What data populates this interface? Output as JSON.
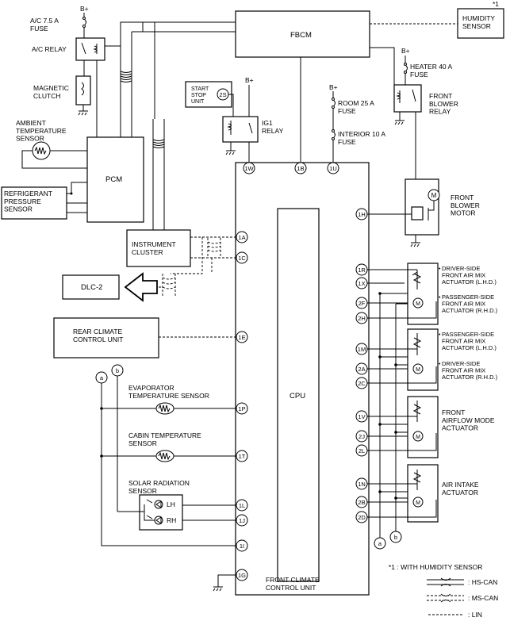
{
  "footnote_mark": "*1",
  "b_plus": "B+",
  "components": {
    "fbcm": "FBCM",
    "humidity_sensor": "HUMIDITY\nSENSOR",
    "ac_fuse": "A/C 7.5 A\nFUSE",
    "ac_relay": "A/C RELAY",
    "magnetic_clutch": "MAGNETIC\nCLUTCH",
    "ambient_sensor": "AMBIENT\nTEMPERATURE\nSENSOR",
    "refrigerant_sensor": "REFRIGERANT\nPRESSURE\nSENSOR",
    "pcm": "PCM",
    "start_stop_unit": "START\nSTOP\nUNIT",
    "start_stop_pin": "2S",
    "ig1_relay": "IG1\nRELAY",
    "room_fuse": "ROOM 25 A\nFUSE",
    "interior_fuse": "INTERIOR 10 A\nFUSE",
    "heater_fuse": "HEATER 40 A\nFUSE",
    "front_blower_relay": "FRONT\nBLOWER\nRELAY",
    "front_blower_motor": "FRONT\nBLOWER\nMOTOR",
    "instrument_cluster": "INSTRUMENT\nCLUSTER",
    "dlc2": "DLC-2",
    "rear_climate": "REAR CLIMATE\nCONTROL UNIT",
    "evaporator_sensor": "EVAPORATOR\nTEMPERATURE SENSOR",
    "cabin_sensor": "CABIN TEMPERATURE\nSENSOR",
    "solar_sensor": "SOLAR RADIATION\nSENSOR",
    "lh": "LH",
    "rh": "RH",
    "cpu": "CPU",
    "front_climate_unit": "FRONT CLIMATE\nCONTROL UNIT",
    "driver_mix_lhd": "DRIVER-SIDE\nFRONT AIR MIX\nACTUATOR (L.H.D.)",
    "passenger_mix_rhd": "PASSENGER-SIDE\nFRONT AIR MIX\nACTUATOR (R.H.D.)",
    "passenger_mix_lhd": "PASSENGER-SIDE\nFRONT AIR MIX\nACTUATOR (L.H.D.)",
    "driver_mix_rhd": "DRIVER-SIDE\nFRONT AIR MIX\nACTUATOR (R.H.D.)",
    "airflow_actuator": "FRONT\nAIRFLOW MODE\nACTUATOR",
    "intake_actuator": "AIR INTAKE\nACTUATOR",
    "bus_a": "a",
    "bus_b": "b"
  },
  "pins": {
    "p1W": "1W",
    "p1B": "1B",
    "p1U": "1U",
    "p1A": "1A",
    "p1C": "1C",
    "p1E": "1E",
    "p1P": "1P",
    "p1T": "1T",
    "p1L": "1L",
    "p1J": "1J",
    "p1I": "1I",
    "p1G": "1G",
    "p1H": "1H",
    "p1R": "1R",
    "p1X": "1X",
    "p2F": "2F",
    "p2H": "2H",
    "p1M": "1M",
    "p2A": "2A",
    "p2C": "2C",
    "p1V": "1V",
    "p2J": "2J",
    "p2L": "2L",
    "p1N": "1N",
    "p2B": "2B",
    "p2D": "2D"
  },
  "legend": {
    "note": "*1 : WITH HUMIDITY SENSOR",
    "hs_can": ": HS-CAN",
    "ms_can": ": MS-CAN",
    "lin": ": LIN"
  }
}
